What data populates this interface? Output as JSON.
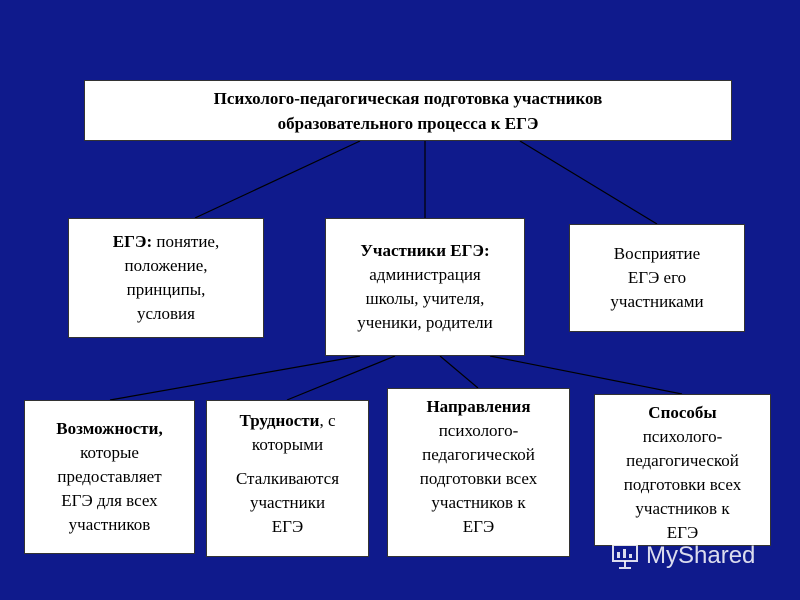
{
  "root": {
    "line1": "Психолого-педагогическая подготовка участников",
    "line2": "образовательного процесса к ЕГЭ"
  },
  "boxes": {
    "ege": {
      "bold": "ЕГЭ:",
      "rest": " понятие,",
      "line2": "положение,",
      "line3": "принципы,",
      "line4": "условия"
    },
    "participants": {
      "bold": "Участники ЕГЭ:",
      "line2": "администрация",
      "line3": "школы, учителя,",
      "line4": "ученики, родители"
    },
    "perception": {
      "line1": "Восприятие",
      "line2": "ЕГЭ его",
      "line3": "участниками"
    }
  },
  "bottom": {
    "opportunities": {
      "bold": "Возможности,",
      "line2": "которые",
      "line3": "предоставляет",
      "line4": "ЕГЭ для всех",
      "line5": "участников"
    },
    "difficulties": {
      "bold": "Трудности",
      "rest": ", с",
      "line2": "которыми",
      "line3": "Сталкиваются",
      "line4": "участники",
      "line5": "ЕГЭ"
    },
    "directions": {
      "bold": "Направления",
      "line2": "психолого-",
      "line3": "педагогической",
      "line4": "подготовки всех",
      "line5": "участников к",
      "line6": "ЕГЭ"
    },
    "methods": {
      "bold": "Способы",
      "line2": "психолого-",
      "line3": "педагогической",
      "line4": "подготовки всех",
      "line5": "участников к",
      "line6": "ЕГЭ"
    }
  },
  "watermark": {
    "text": "MyShared",
    "icon": "presentation-board-icon"
  },
  "colors": {
    "background": "#0f1a8c",
    "box": "#ffffff",
    "line": "#000000"
  }
}
